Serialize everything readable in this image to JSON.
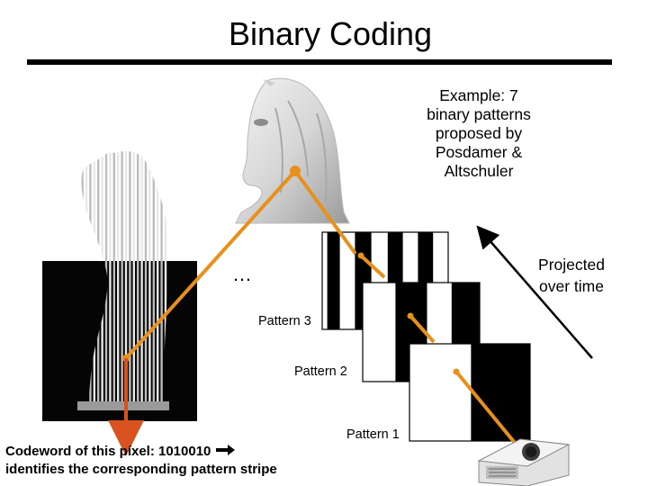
{
  "slide": {
    "title": "Binary Coding",
    "example_note": [
      "Example: 7",
      "binary patterns",
      "proposed by",
      "Posdamer &",
      "Altschuler"
    ],
    "projected_label": [
      "Projected",
      "over time"
    ],
    "ellipsis": "…",
    "pattern_labels": [
      "Pattern 3",
      "Pattern 2",
      "Pattern 1"
    ],
    "codeword_text": [
      "Codeword of this píxel: 1010010",
      "identifies the corresponding pattern stripe"
    ]
  },
  "colors": {
    "accent_orange": "#E8901C",
    "codeword_arrow": "#D8531F",
    "stripe_black": "#000000",
    "stripe_white": "#FFFFFF"
  },
  "icons": [
    "right-arrow-icon",
    "projector-icon"
  ]
}
